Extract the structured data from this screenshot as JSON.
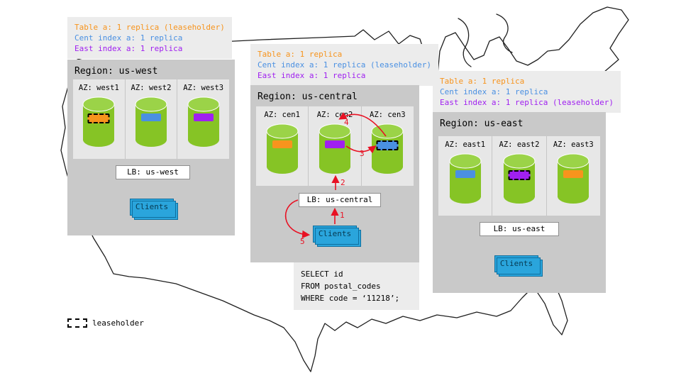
{
  "colors": {
    "orange": "#f7941d",
    "blue": "#4a90e2",
    "purple": "#a020f0",
    "green": "#86c425",
    "green_light": "#9bd348",
    "red": "#e81123",
    "client_blue": "#2aa5dc",
    "client_border": "#0f6f9f",
    "region_gray": "#c9c9c9",
    "panel_gray": "#e7e7e7",
    "note_gray": "#ececec"
  },
  "regions": [
    {
      "title": "Region: us-west",
      "legend": [
        {
          "text": "Table a: 1 replica (leaseholder)",
          "color": "orange"
        },
        {
          "text": "Cent index a: 1 replica",
          "color": "blue"
        },
        {
          "text": "East index a: 1 replica",
          "color": "purple"
        }
      ],
      "azs": [
        {
          "label": "AZ: west1",
          "chip": "orange dashed"
        },
        {
          "label": "AZ: west2",
          "chip": "blue"
        },
        {
          "label": "AZ: west3",
          "chip": "purple"
        }
      ],
      "lb": "LB: us-west",
      "clients": "Clients"
    },
    {
      "title": "Region: us-central",
      "legend": [
        {
          "text": "Table a: 1 replica",
          "color": "orange"
        },
        {
          "text": "Cent index a: 1 replica (leaseholder)",
          "color": "blue"
        },
        {
          "text": "East index a: 1 replica",
          "color": "purple"
        }
      ],
      "azs": [
        {
          "label": "AZ: cen1",
          "chip": "orange"
        },
        {
          "label": "AZ: cen2",
          "chip": "purple"
        },
        {
          "label": "AZ: cen3",
          "chip": "blue dashed"
        }
      ],
      "lb": "LB: us-central",
      "clients": "Clients"
    },
    {
      "title": "Region: us-east",
      "legend": [
        {
          "text": "Table a: 1 replica",
          "color": "orange"
        },
        {
          "text": "Cent index a: 1 replica",
          "color": "blue"
        },
        {
          "text": "East index a: 1 replica (leaseholder)",
          "color": "purple"
        }
      ],
      "azs": [
        {
          "label": "AZ: east1",
          "chip": "blue"
        },
        {
          "label": "AZ: east2",
          "chip": "purple dashed"
        },
        {
          "label": "AZ: east3",
          "chip": "orange"
        }
      ],
      "lb": "LB: us-east",
      "clients": "Clients"
    }
  ],
  "query": {
    "lines": [
      "SELECT id",
      "FROM postal_codes",
      "WHERE code = ‘11218’;"
    ]
  },
  "flow": {
    "labels": [
      "1",
      "2",
      "3",
      "4",
      "5"
    ]
  },
  "map_legend": {
    "label": "leaseholder"
  }
}
